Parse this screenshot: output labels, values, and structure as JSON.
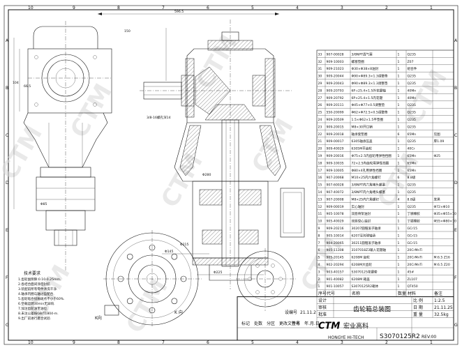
{
  "frame": {
    "top_numbers": [
      "10",
      "9",
      "8",
      "7",
      "6",
      "5",
      "4",
      "3",
      "2",
      "1"
    ],
    "side_letters": [
      "A",
      "B",
      "C",
      "D",
      "E",
      "F",
      "G"
    ]
  },
  "watermark": "CTM",
  "drawing": {
    "view_label_left": "K向",
    "view_label_bottom": "K 向",
    "dims": [
      "596.5",
      "104",
      "66.5",
      "3/8-16螺孔深14",
      "150",
      "Φ215",
      "Φ145",
      "Φ225",
      "Φ85",
      "Φ280"
    ],
    "notes_title": "技术要求",
    "notes": [
      "1.齿轮副侧隙:0.10-0.25mm.",
      "2.各结合面间涂密封胶.",
      "3.装配前所有零件清洗干净.",
      "4.轴承内圈与轴过盈配合.",
      "5.齿轮啮合接触斑点不小于60%.",
      "6.空载运转30min无异响.",
      "7.加注齿轮油至油位.",
      "8.未注公差按GB/T1804-m.",
      "9.出厂前进行磨合试验."
    ]
  },
  "bom": {
    "rows": [
      [
        "33",
        "907-00028",
        "3/8NPT透气塞",
        "1",
        "Q235",
        ""
      ],
      [
        "32",
        "909-10003",
        "螺塞垫圈",
        "1",
        "Z07",
        ""
      ],
      [
        "31",
        "909-21023",
        "Φ30×Φ38×8油封",
        "1",
        "组合件",
        ""
      ],
      [
        "30",
        "909-20044",
        "Φ90×Φ89.3×1.3调整垫",
        "1",
        "Q235",
        ""
      ],
      [
        "29",
        "909-20043",
        "Φ90×Φ89.3×1.3调整垫",
        "1",
        "Q235",
        ""
      ],
      [
        "28",
        "909-20793",
        "6P+25.4×1.5外花键轴",
        "1",
        "40Mn",
        ""
      ],
      [
        "27",
        "909-20792",
        "6P×25.4×1.5内花键",
        "1",
        "40Mn",
        ""
      ],
      [
        "26",
        "909-20111",
        "Φ45×Φ77×0.5调整垫",
        "1",
        "Q235",
        ""
      ],
      [
        "25",
        "550-20099",
        "Φ62×Φ72.5×0.5调整垫",
        "1",
        "Q235",
        ""
      ],
      [
        "24",
        "909-20509",
        "1.5×Φ62×1.5平垫圈",
        "1",
        "Q235",
        ""
      ],
      [
        "23",
        "909-20015",
        "M8×30开口销",
        "1",
        "Q235",
        ""
      ],
      [
        "22",
        "909-20018",
        "轴承套垫圈",
        "6",
        "65Mn",
        "见图"
      ],
      [
        "21",
        "909-00017",
        "6305轴承压盖",
        "1",
        "Q235",
        "厚1.09"
      ],
      [
        "20",
        "909-40029",
        "6305M平齿轮",
        "1",
        "40Cr",
        ""
      ],
      [
        "19",
        "909-20016",
        "Φ75×2.5内齿轮用弹性挡圈",
        "1",
        "65Mn",
        "Φ25"
      ],
      [
        "18",
        "909-10035",
        "72×2.5内齿轮用弹性挡圈",
        "1",
        "65Mn",
        ""
      ],
      [
        "17",
        "909-10005",
        "Φ80×4孔用弹性挡圈",
        "1",
        "65Mn",
        ""
      ],
      [
        "16",
        "907-20068",
        "M10×25内六角螺钉",
        "6",
        "8.8级",
        ""
      ],
      [
        "15",
        "907-60028",
        "3/8NPT内六角堵头螺塞",
        "1",
        "Q235",
        ""
      ],
      [
        "14",
        "907-40072",
        "3/8NPT内六角堵头螺塞",
        "1",
        "Q235",
        ""
      ],
      [
        "13",
        "907-20008",
        "M8×25内六角螺钉",
        "4",
        "8.8级",
        "发黑"
      ],
      [
        "12",
        "909-00019",
        "实心轴封",
        "1",
        "Q235",
        "Φ72×Φ10"
      ],
      [
        "11",
        "905-10078",
        "双唇骨架油封",
        "1",
        "丁腈橡胶",
        "Φ35×Φ55×10"
      ],
      [
        "10",
        "905-40029",
        "双唇空心油封",
        "1",
        "丁腈橡胶",
        "Φ55×Φ80×10"
      ],
      [
        "9",
        "909-20216",
        "30207圆锥滚子轴承",
        "1",
        "GCr15",
        ""
      ],
      [
        "8",
        "905-10014",
        "6207深沟球轴承",
        "1",
        "GCr15",
        ""
      ],
      [
        "7",
        "904-20065",
        "30211圆锥滚子轴承",
        "1",
        "GCr15",
        ""
      ],
      [
        "6",
        "905-11308",
        "3107018Z3输入花键轴",
        "1",
        "20CrMnTi",
        ""
      ],
      [
        "5",
        "905-20145",
        "6208M 齿轮",
        "1",
        "20CrMnTi",
        "M:6.5 Z16"
      ],
      [
        "4",
        "902-20294",
        "6208M大齿轮",
        "1",
        "20CrMnTi",
        "M:6.5 Z20"
      ],
      [
        "3",
        "903-40157",
        "S3070125花键套",
        "1",
        "45#",
        ""
      ],
      [
        "2",
        "901-40082",
        "6208M 箱盖",
        "1",
        "ZL107",
        ""
      ],
      [
        "1",
        "901-10057",
        "S3070125R2箱体",
        "1",
        "QT450",
        ""
      ]
    ],
    "header": [
      "序号",
      "代号",
      "名称",
      "数量",
      "材料",
      "备注"
    ],
    "title_block": {
      "design": "设计",
      "check": "审核",
      "approve": "批准",
      "name": "齿轮箱总装图",
      "scale_label": "比 例",
      "scale": "1:2.5",
      "date_label": "日 期",
      "date": "21.11.25",
      "weight_label": "重 量",
      "weight": "32.5kg",
      "company_cn": "宏业高科",
      "company_en": "HONGYE HI-TECH",
      "logo": "CTM",
      "drawing_no": "S3070125R2",
      "rev": "REV:00",
      "footer": [
        "标记",
        "处数",
        "分区",
        "更改文件号",
        "签名",
        "年.月.日"
      ],
      "footer_right": [
        "设编号",
        "21.11.2"
      ]
    }
  }
}
